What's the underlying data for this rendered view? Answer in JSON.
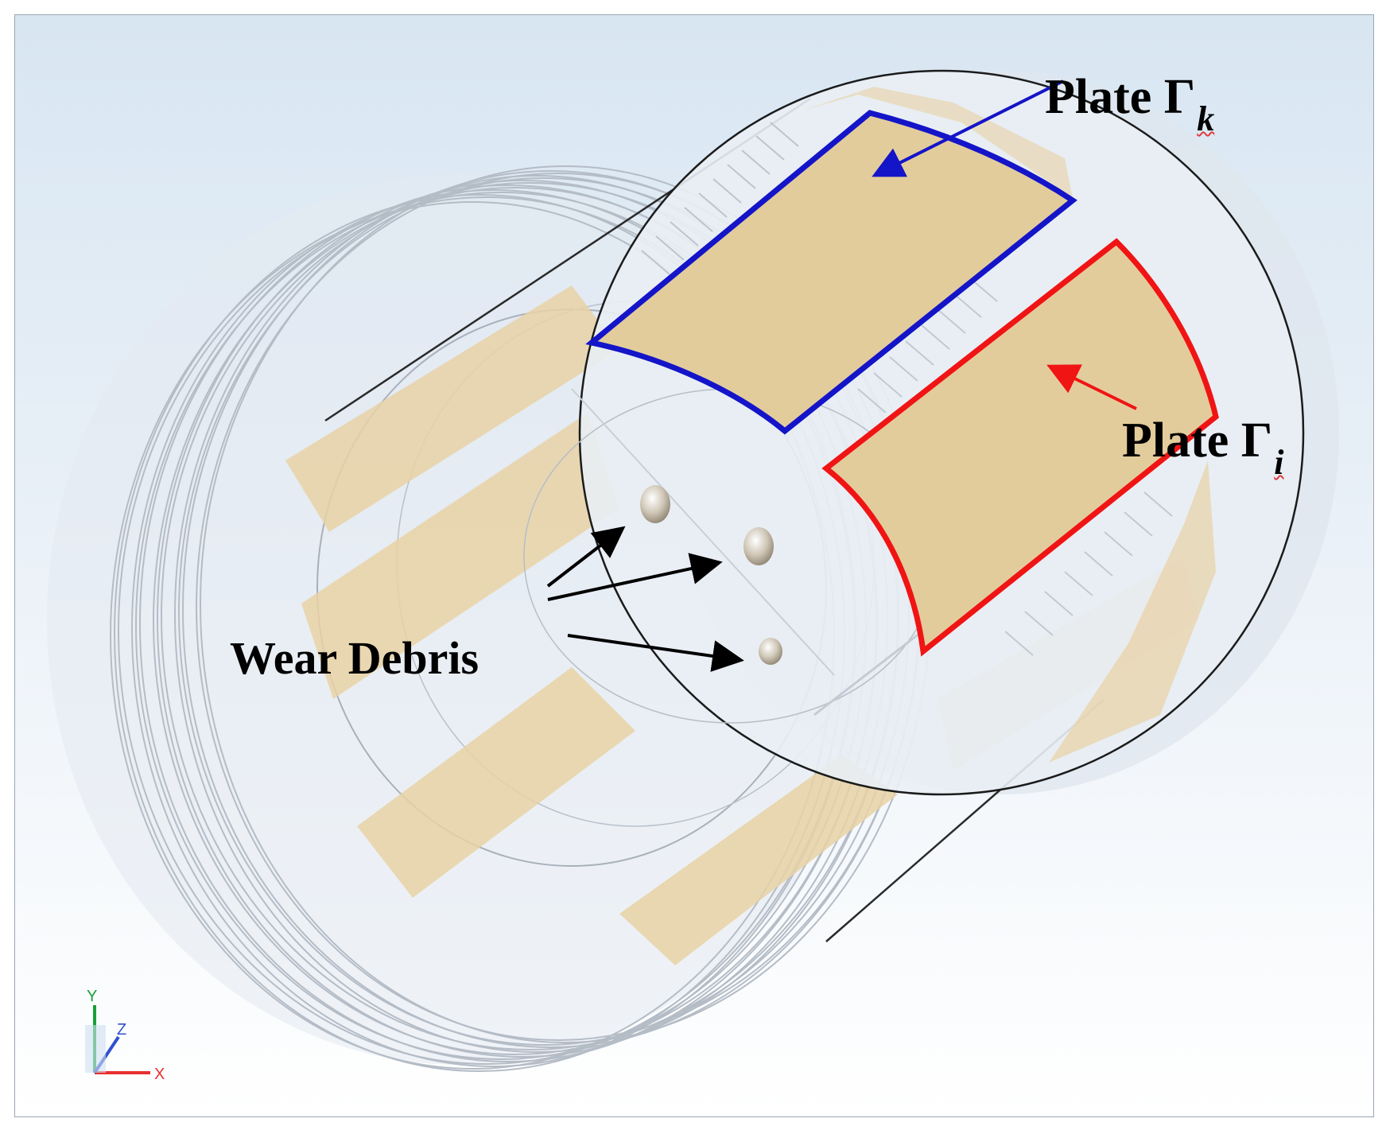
{
  "labels": {
    "plate_k": {
      "word": "Plate",
      "symbol": "Γ",
      "subscript": "k"
    },
    "plate_i": {
      "word": "Plate",
      "symbol": "Γ",
      "subscript": "i"
    },
    "wear_debris": "Wear Debris"
  },
  "axis_triad": {
    "x": "X",
    "y": "Y",
    "z": "Z"
  },
  "colors": {
    "plate_k_outline": "#1414c8",
    "plate_i_outline": "#f01414",
    "plate_fill": "#e8d2a4",
    "coil": "#b4bcc6",
    "arrow_black": "#000000"
  }
}
